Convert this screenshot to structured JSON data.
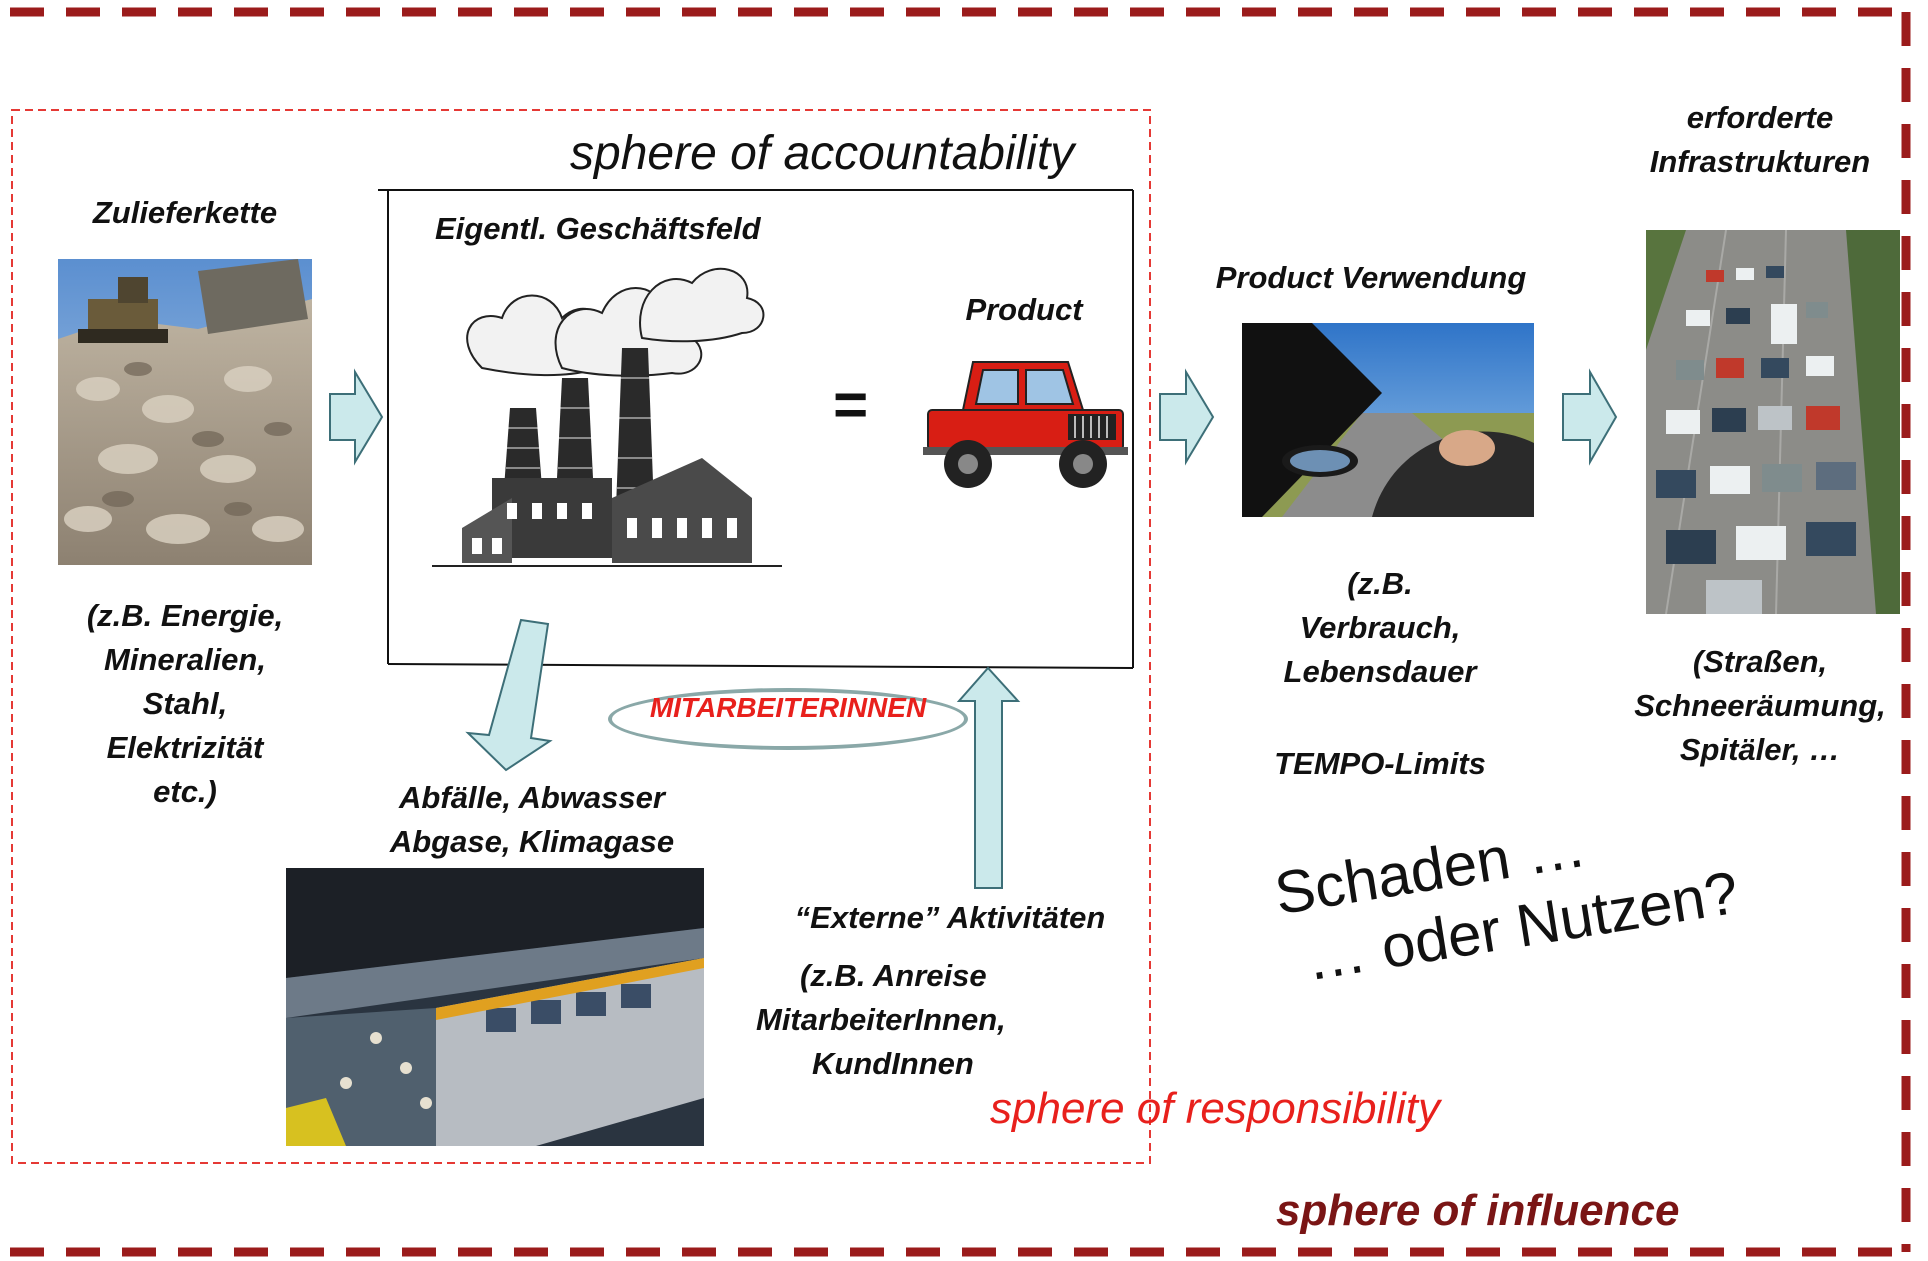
{
  "spheres": {
    "influence": "sphere of influence",
    "responsibility": "sphere of responsibility",
    "accountability": "sphere of accountability"
  },
  "supply_chain": {
    "title": "Zulieferkette",
    "note": [
      "(z.B. Energie,",
      "Mineralien,",
      "Stahl,",
      "Elektrizität",
      "etc.)"
    ]
  },
  "core_business": {
    "title": "Eigentl. Geschäftsfeld",
    "equals": "=",
    "product_label": "Product"
  },
  "waste": {
    "lines": [
      "Abfälle, Abwasser",
      "Abgase, Klimagase"
    ]
  },
  "employees_badge": "MITARBEITERINNEN",
  "external": {
    "title": "“Externe” Aktivitäten",
    "note": [
      "(z.B. Anreise",
      "MitarbeiterInnen,",
      "KundInnen"
    ]
  },
  "product_use": {
    "title": "Product Verwendung",
    "note": [
      "(z.B.",
      "Verbrauch,",
      "Lebensdauer"
    ],
    "limits": "TEMPO-Limits"
  },
  "infrastructure": {
    "title": [
      "erforderte",
      "Infrastrukturen"
    ],
    "note": [
      "(Straßen,",
      "Schneeräumung,",
      "Spitäler, …"
    ]
  },
  "question": [
    "Schaden …",
    "… oder Nutzen?"
  ],
  "colors": {
    "influence_border": "#9b1b1b",
    "responsibility_border": "#e53935",
    "responsibility_text": "#e8201c",
    "badge_text": "#e8201c",
    "arrow_fill": "#cbe9eb",
    "arrow_stroke": "#3d6f78"
  }
}
